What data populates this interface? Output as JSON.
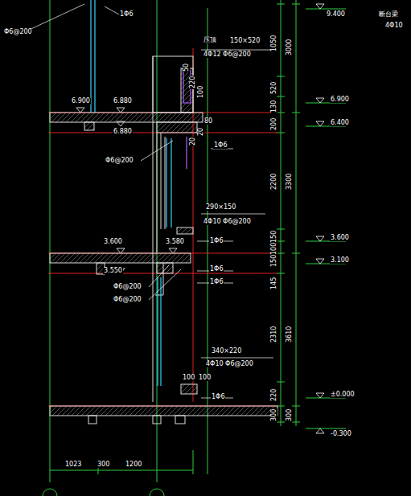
{
  "diagram": {
    "labels": [
      "1Φ6",
      "Φ6@200",
      "9.400",
      "断台梁",
      "4Φ10",
      "压顶",
      "150×520",
      "4Φ12  Φ6@200",
      "50",
      "220",
      "100",
      "1050",
      "520",
      "130",
      "200",
      "2200",
      "150",
      "100",
      "150",
      "145",
      "2310",
      "220",
      "300",
      "3000",
      "3300",
      "3610",
      "300",
      "6.900",
      "6.400",
      "3.600",
      "3.100",
      "±0.000",
      "-0.300",
      "6.900",
      "6.880",
      "6.880",
      "3.600",
      "3.580",
      "3.550",
      "80",
      "20",
      "20",
      "1Φ6",
      "Φ6@200",
      "290×150",
      "4Φ10  Φ6@200",
      "1Φ6",
      "1Φ6",
      "1Φ6",
      "Φ6@200",
      "Φ6@200",
      "340×220",
      "4Φ10  Φ6@200",
      "100",
      "100",
      "1Φ6",
      "1023",
      "300",
      "1200"
    ]
  }
}
